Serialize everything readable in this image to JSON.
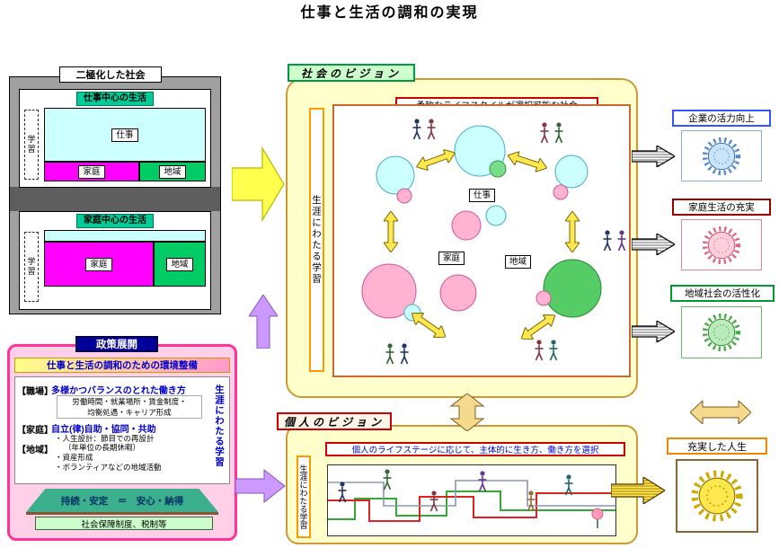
{
  "title": "仕事と生活の調和の実現",
  "colors": {
    "panel_bg": "#FFFFCC",
    "panel_border": "#CC9933",
    "cyan_area": "#CCFFFF",
    "magenta_area": "#FF00FF",
    "green_area": "#00CC66",
    "policy_border": "#FF3399",
    "policy_label_bg": "#000099",
    "blue_text": "#0000CC",
    "sun_blue": "#C8E4F8",
    "sun_pink": "#FFD0DC",
    "sun_green": "#BBEABB",
    "sun_yellow": "#FFE84D",
    "yellow_arrow": "#FFFF4D",
    "purple_arrow": "#CC99FF"
  },
  "polarized": {
    "title": "二極化した社会",
    "work_panel": {
      "label": "仕事中心の生活",
      "learning": "学習",
      "work": "仕事",
      "family": "家庭",
      "community": "地域"
    },
    "family_panel": {
      "label": "家庭中心の生活",
      "learning": "学習",
      "family": "家庭",
      "community": "地域"
    }
  },
  "policy": {
    "title": "政策展開",
    "heading": "仕事と生活の調和のための環境整備",
    "scope_workplace": "【職場】",
    "scope_home": "【家庭】",
    "scope_community": "【地域】",
    "workstyle_title": "多様かつバランスのとれた働き方",
    "workstyle_detail_1": "労働時間・就業場所・賃金制度・",
    "workstyle_detail_2": "均衡処遇・キャリア形成",
    "self_title": "自立(律)自助・協同・共助",
    "item_life_design": "・人生設計：節目での再設計",
    "item_life_design_note": "（年単位の長期休暇）",
    "item_assets": "・資産形成",
    "item_volunteer": "・ボランティアなどの地域活動",
    "lifelong": "生涯にわたる学習",
    "base": "持続・安定　＝　安心・納得",
    "footer": "社会保障制度、税制等"
  },
  "society": {
    "title": "社会のビジョン",
    "heading": "柔軟なライフスタイルが選択可能な社会",
    "lifelong": "生涯にわたる学習",
    "nodes": {
      "work": "仕事",
      "family": "家庭",
      "community": "地域"
    },
    "outcomes": [
      {
        "label": "企業の活力向上"
      },
      {
        "label": "家庭生活の充実"
      },
      {
        "label": "地域社会の活性化"
      }
    ]
  },
  "individual": {
    "title": "個人のビジョン",
    "heading": "個人のライフステージに応じて、主体的に生き方、働き方を選択",
    "lifelong": "生涯にわたる学習",
    "outcome": "充実した人生"
  }
}
